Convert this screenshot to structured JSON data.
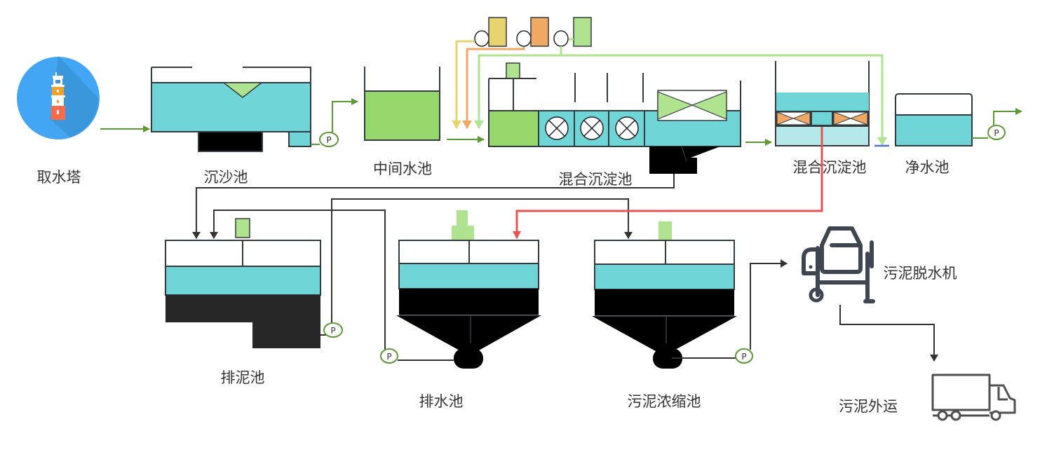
{
  "title": "自来水厂水处理工艺流程图",
  "colors": {
    "water": "#6fd5d6",
    "light_water": "#b5e9e9",
    "green_tank": "#96d86b",
    "light_green": "#b0e38f",
    "yellow": "#e8d46f",
    "orange": "#f0a964",
    "sludge": "#000000",
    "dark_sludge": "#262626",
    "flow_green": "#5b9a32",
    "flow_red": "#e55353",
    "pipe_dark": "#333333",
    "pump_ring": "#5b9a32",
    "icon_blue": "#42a6f4",
    "blue_marker": "#4a74d9"
  },
  "units": {
    "intake_tower": {
      "label": "取水塔",
      "icon": "lighthouse-icon"
    },
    "grit_chamber": {
      "label": "沉沙池"
    },
    "intermediate_tank": {
      "label": "中间水池"
    },
    "mixing_sedimentation_1": {
      "label": "混合沉淀池"
    },
    "mixing_sedimentation_2": {
      "label": "混合沉淀池"
    },
    "clear_water_tank": {
      "label": "净水池"
    },
    "sludge_discharge_tank": {
      "label": "排泥池"
    },
    "drainage_tank": {
      "label": "排水池"
    },
    "sludge_thickener": {
      "label": "污泥浓缩池"
    },
    "sludge_dewatering_machine": {
      "label": "污泥脱水机",
      "icon": "cement-mixer-icon"
    },
    "sludge_transport": {
      "label": "污泥外运",
      "icon": "truck-icon"
    }
  },
  "pump_label": "P",
  "dosing_units": [
    {
      "name": "dosing-tank-yellow",
      "color": "yellow"
    },
    {
      "name": "dosing-tank-orange",
      "color": "orange"
    },
    {
      "name": "dosing-tank-green",
      "color": "light_green"
    }
  ]
}
